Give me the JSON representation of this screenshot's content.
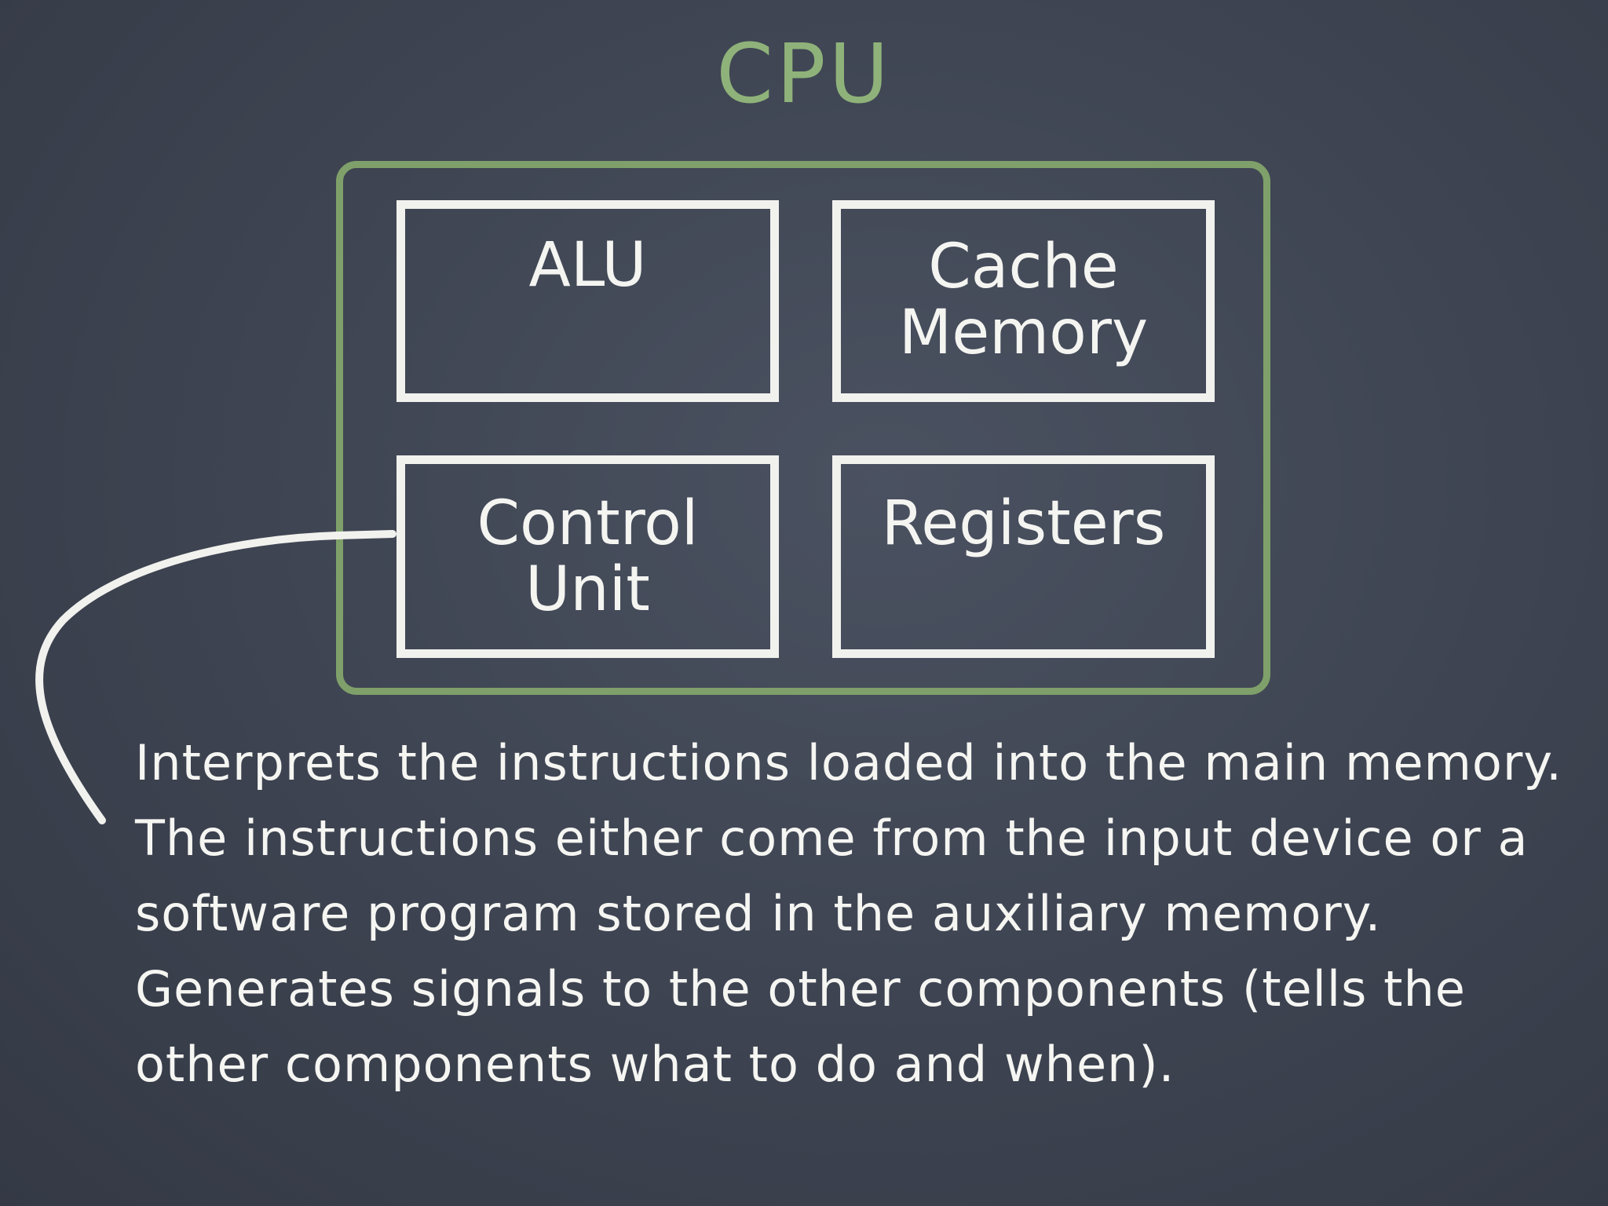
{
  "diagram": {
    "title": "CPU",
    "components": {
      "alu": "ALU",
      "cache_memory": "Cache\nMemory",
      "control_unit": "Control\nUnit",
      "registers": "Registers"
    },
    "description": "Interprets the instructions loaded into the main memory. The instructions either come from the input device or a software program stored in the auxiliary memory. Generates signals to the other components (tells the other components what to do and when)."
  },
  "colors": {
    "background": "#3d4350",
    "chalk_white": "#f1f1ee",
    "chalk_green": "#8fb27a"
  }
}
